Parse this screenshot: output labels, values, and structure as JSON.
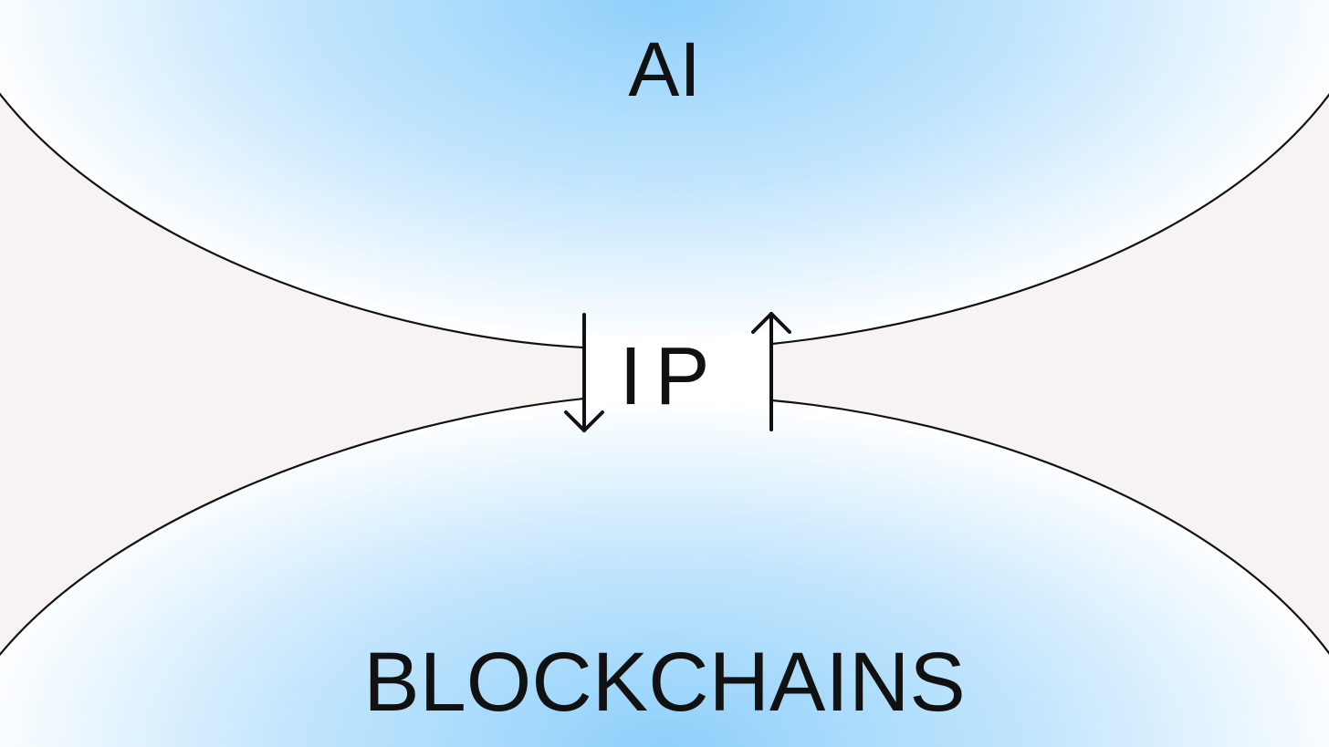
{
  "diagram": {
    "top_label": "AI",
    "middle_label": "IP",
    "bottom_label": "BLOCKCHAINS",
    "colors": {
      "background": "#f6f3f2",
      "blob_center": "#8fd0fb",
      "blob_edge": "#ffffff",
      "stroke": "#111111"
    },
    "arrows": [
      {
        "direction": "down",
        "from": "AI",
        "to": "BLOCKCHAINS"
      },
      {
        "direction": "up",
        "from": "BLOCKCHAINS",
        "to": "AI"
      }
    ]
  }
}
